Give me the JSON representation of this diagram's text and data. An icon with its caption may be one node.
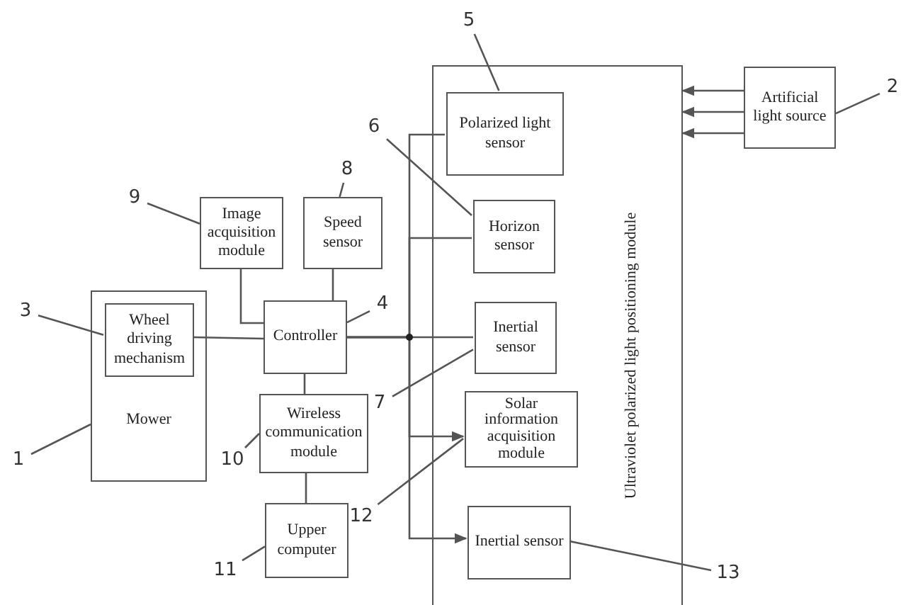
{
  "diagram": {
    "nodes": [
      {
        "text": [
          "Mower"
        ]
      },
      {
        "text": [
          "Wheel driving mechanism"
        ],
        "in": 0
      },
      {
        "text": [
          "Image acquisition module"
        ]
      },
      {
        "text": [
          "Speed sensor"
        ]
      },
      {
        "text": [
          "Controller"
        ]
      },
      {
        "text": [
          "Wireless communication module"
        ]
      },
      {
        "text": [
          "Upper computer"
        ]
      },
      {
        "text": [
          "Ultraviolet polarized light positioning module"
        ]
      },
      {
        "text": [
          "Polarized light sensor"
        ],
        "in": 7
      },
      {
        "text": [
          "Horizon sensor"
        ],
        "in": 7
      },
      {
        "text": [
          "Inertial sensor"
        ],
        "in": 7
      },
      {
        "text": [
          "Solar information acquisition module"
        ],
        "in": 7
      },
      {
        "text": [
          "Inertial sensor"
        ],
        "in": 7
      },
      {
        "text": [
          "Artificial light source"
        ]
      },
      {
        "text": [
          "1"
        ]
      },
      {
        "text": [
          "2"
        ]
      },
      {
        "text": [
          "3"
        ]
      },
      {
        "text": [
          "4"
        ]
      },
      {
        "text": [
          "5"
        ]
      },
      {
        "text": [
          "6"
        ]
      },
      {
        "text": [
          "7"
        ]
      },
      {
        "text": [
          "8"
        ]
      },
      {
        "text": [
          "9"
        ]
      },
      {
        "text": [
          "10"
        ]
      },
      {
        "text": [
          "11"
        ]
      },
      {
        "text": [
          "12"
        ]
      },
      {
        "text": [
          "13"
        ]
      }
    ],
    "edges": [
      {
        "from": 4,
        "to": 1,
        "arrow": "none"
      },
      {
        "from": 2,
        "to": 4,
        "arrow": "none"
      },
      {
        "from": 3,
        "to": 4,
        "arrow": "none"
      },
      {
        "from": 4,
        "to": 5,
        "arrow": "none"
      },
      {
        "from": 5,
        "to": 6,
        "arrow": "none"
      },
      {
        "from": 4,
        "to": 8,
        "arrow": "none"
      },
      {
        "from": 4,
        "to": 9,
        "arrow": "none"
      },
      {
        "from": 4,
        "to": 10,
        "arrow": "none"
      },
      {
        "from": 4,
        "to": 11,
        "arrow": "to"
      },
      {
        "from": 4,
        "to": 12,
        "arrow": "to"
      },
      {
        "from": 13,
        "to": 7,
        "arrow": "to"
      },
      {
        "from": 13,
        "to": 7,
        "arrow": "to"
      },
      {
        "from": 13,
        "to": 7,
        "arrow": "to"
      },
      {
        "from": 14,
        "to": 0,
        "arrow": "none"
      },
      {
        "from": 15,
        "to": 13,
        "arrow": "none"
      },
      {
        "from": 16,
        "to": 1,
        "arrow": "none"
      },
      {
        "from": 17,
        "to": 4,
        "arrow": "none"
      },
      {
        "from": 18,
        "to": 8,
        "arrow": "none"
      },
      {
        "from": 19,
        "to": 9,
        "arrow": "none"
      },
      {
        "from": 20,
        "to": 10,
        "arrow": "none"
      },
      {
        "from": 21,
        "to": 3,
        "arrow": "none"
      },
      {
        "from": 22,
        "to": 2,
        "arrow": "none"
      },
      {
        "from": 23,
        "to": 5,
        "arrow": "none"
      },
      {
        "from": 24,
        "to": 6,
        "arrow": "none"
      },
      {
        "from": 25,
        "to": 11,
        "arrow": "none"
      },
      {
        "from": 26,
        "to": 12,
        "arrow": "none"
      }
    ]
  }
}
